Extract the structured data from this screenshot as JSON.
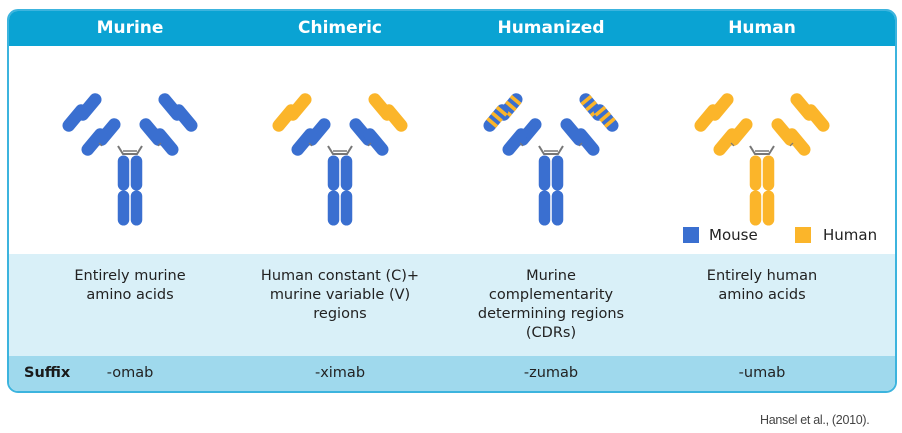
{
  "colors": {
    "header": "#0aa3d3",
    "mouse": "#3a6fd0",
    "human": "#fbb52a",
    "hinge": "#777777"
  },
  "columns": [
    {
      "title": "Murine",
      "description": [
        "Entirely murine",
        "amino acids"
      ],
      "suffix": "-omab",
      "variable": "mouse",
      "constant": "mouse",
      "cdr_stripes": false
    },
    {
      "title": "Chimeric",
      "description": [
        "Human constant (C)+",
        "murine variable (V)",
        "regions"
      ],
      "suffix": "-ximab",
      "variable": "human",
      "constant": "mouse",
      "cdr_stripes": false
    },
    {
      "title": "Humanized",
      "description": [
        "Murine",
        "complementarity",
        "determining regions",
        "(CDRs)"
      ],
      "suffix": "-zumab",
      "variable": "mouse",
      "constant": "mouse",
      "cdr_stripes": true
    },
    {
      "title": "Human",
      "description": [
        "Entirely human",
        "amino acids"
      ],
      "suffix": "-umab",
      "variable": "human",
      "constant": "human",
      "cdr_stripes": false
    }
  ],
  "legend": [
    {
      "label": "Mouse",
      "color": "#3a6fd0"
    },
    {
      "label": "Human",
      "color": "#fbb52a"
    }
  ],
  "suffix_label": "Suffix",
  "citation": "Hansel et al., (2010)."
}
